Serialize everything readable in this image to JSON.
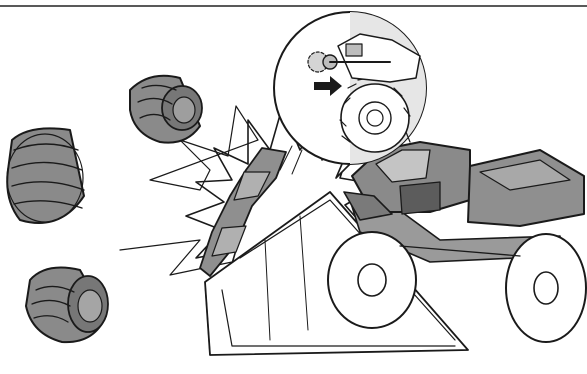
{
  "illustration": {
    "type": "assembly-instruction-diagram",
    "style": "black-and-white line art with gray fills",
    "subjects": [
      "monster-truck",
      "jump-ramp",
      "burst-explosion",
      "detached-tires",
      "bumper-part",
      "gear-detail-callout",
      "push-arrow"
    ],
    "colors": {
      "outline": "#1a1a1a",
      "tire_fill": "#8a8a8a",
      "tire_inner": "#6f6f6f",
      "body_fill": "#9a9a9a",
      "paper": "#ffffff",
      "callout_shade": "#e6e6e6"
    }
  }
}
